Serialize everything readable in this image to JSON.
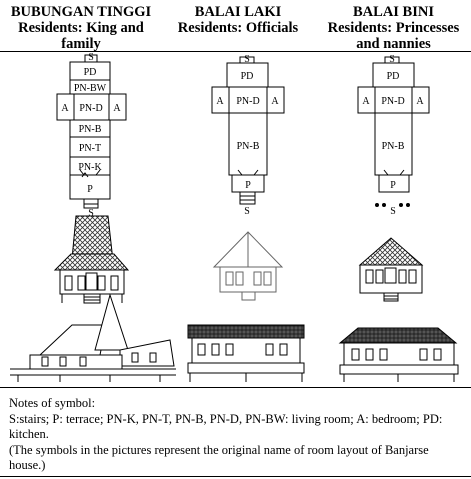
{
  "columns": [
    {
      "name": "BUBUNGAN TINGGI",
      "residents": "Residents: King and family",
      "rooms": [
        "S",
        "PD",
        "PN-BW",
        "A",
        "PN-D",
        "A",
        "PN-B",
        "PN-T",
        "PN-K",
        "P",
        "S"
      ]
    },
    {
      "name": "BALAI LAKI",
      "residents": "Residents: Officials",
      "rooms": [
        "S",
        "PD",
        "A",
        "PN-D",
        "A",
        "PN-B",
        "P",
        "S"
      ]
    },
    {
      "name": "BALAI BINI",
      "residents": "Residents: Princesses and nannies",
      "rooms": [
        "S",
        "PD",
        "A",
        "PN-D",
        "A",
        "PN-B",
        "P",
        "S"
      ]
    }
  ],
  "notes": {
    "heading": "Notes of symbol:",
    "line1": "S:stairs; P: terrace; PN-K, PN-T, PN-B, PN-D, PN-BW: living room; A: bedroom; PD: kitchen.",
    "line2": "(The symbols in the pictures represent the original name of room layout of Banjarse house.)"
  }
}
